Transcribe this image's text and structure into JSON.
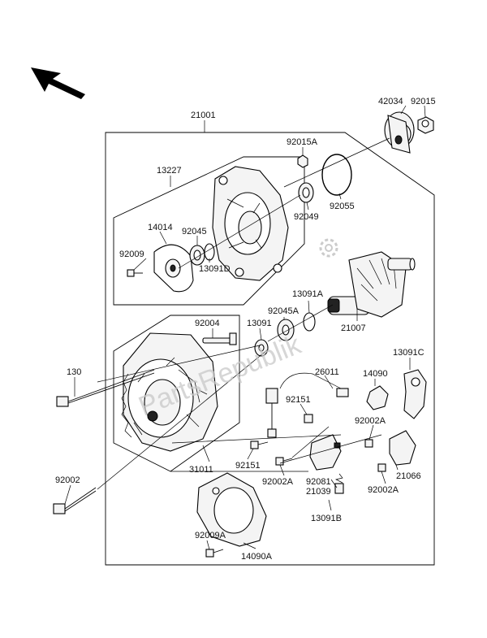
{
  "labels": {
    "l21001": "21001",
    "l42034": "42034",
    "l92015": "92015",
    "l92015A": "92015A",
    "l13227": "13227",
    "l92049": "92049",
    "l92055": "92055",
    "l14014": "14014",
    "l92045": "92045",
    "l92009": "92009",
    "l13091D": "13091D",
    "l13091A": "13091A",
    "l92045A": "92045A",
    "l21007": "21007",
    "l92004": "92004",
    "l13091": "13091",
    "l130": "130",
    "l26011": "26011",
    "l14090": "14090",
    "l13091C": "13091C",
    "l92151a": "92151",
    "l92002A_a": "92002A",
    "l92151b": "92151",
    "l92002A_b": "92002A",
    "l21066": "21066",
    "l92081": "92081",
    "l21039": "21039",
    "l92002A_c": "92002A",
    "l31011": "31011",
    "l92002": "92002",
    "l92009A": "92009A",
    "l14090A": "14090A",
    "l13091B": "13091B"
  },
  "watermark": {
    "text": "PartsRepublik"
  },
  "icons": {
    "direction": "front-arrow-icon",
    "gear": "gear-icon"
  }
}
